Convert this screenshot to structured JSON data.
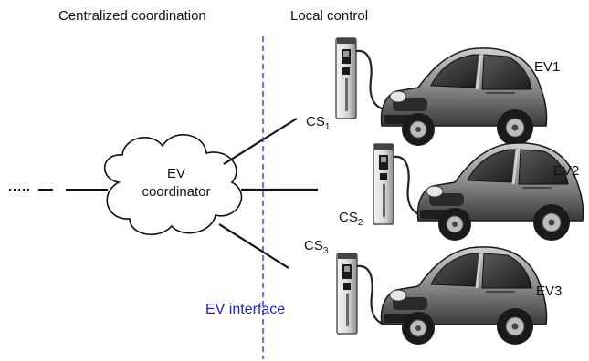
{
  "header": {
    "left_title": "Centralized coordination",
    "right_title": "Local control"
  },
  "coordinator": {
    "line1": "EV",
    "line2": "coordinator"
  },
  "interface": {
    "label": "EV interface",
    "color": "#1f1fd8"
  },
  "stations": [
    {
      "name": "CS",
      "sub": "1",
      "vehicle": "EV1"
    },
    {
      "name": "CS",
      "sub": "2",
      "vehicle": "EV2"
    },
    {
      "name": "CS",
      "sub": "3",
      "vehicle": "EV3"
    }
  ]
}
